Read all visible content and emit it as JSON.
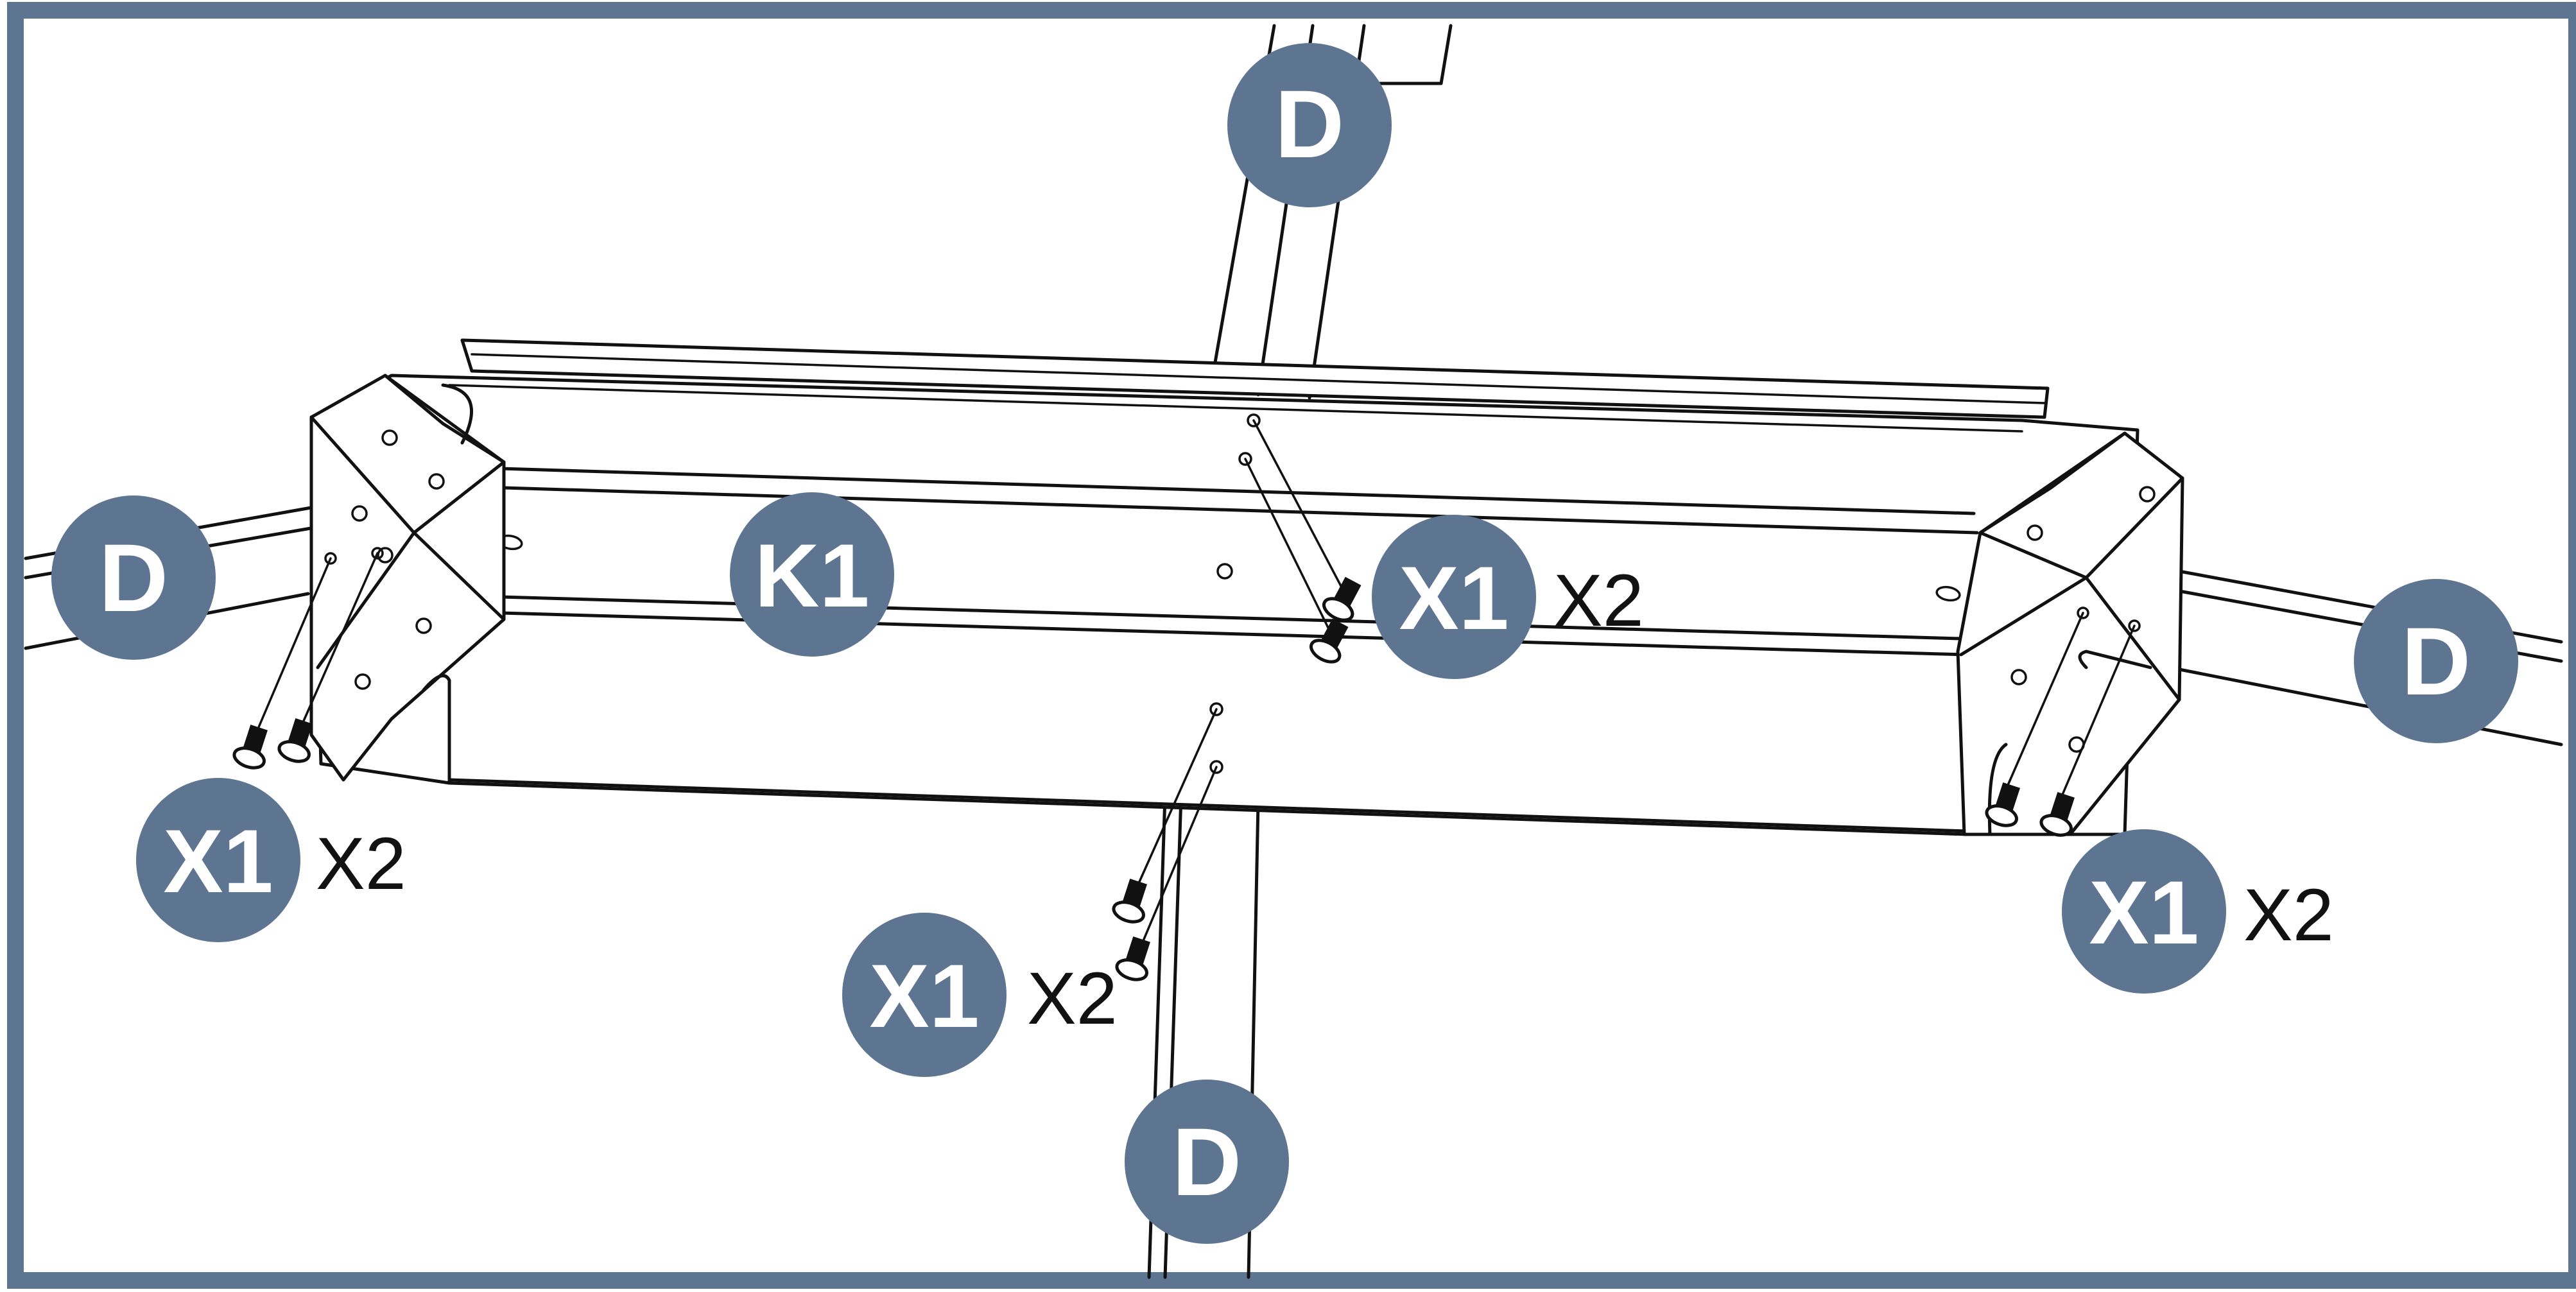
{
  "colors": {
    "frame": "#5e7591",
    "callout_fill": "#5e7591",
    "callout_text": "#ffffff",
    "line": "#111111",
    "background": "#ffffff"
  },
  "callouts": [
    {
      "id": "d-top",
      "label": "D",
      "qty": ""
    },
    {
      "id": "d-left",
      "label": "D",
      "qty": ""
    },
    {
      "id": "d-right",
      "label": "D",
      "qty": ""
    },
    {
      "id": "d-bottom",
      "label": "D",
      "qty": ""
    },
    {
      "id": "k1-center",
      "label": "K1",
      "qty": ""
    },
    {
      "id": "x1-top-center",
      "label": "X1",
      "qty": "X2"
    },
    {
      "id": "x1-left",
      "label": "X1",
      "qty": "X2"
    },
    {
      "id": "x1-bottom-center",
      "label": "X1",
      "qty": "X2"
    },
    {
      "id": "x1-right",
      "label": "X1",
      "qty": "X2"
    }
  ],
  "icons": [
    "screw-icon",
    "bracket-plate-icon",
    "frame-beam-icon"
  ]
}
